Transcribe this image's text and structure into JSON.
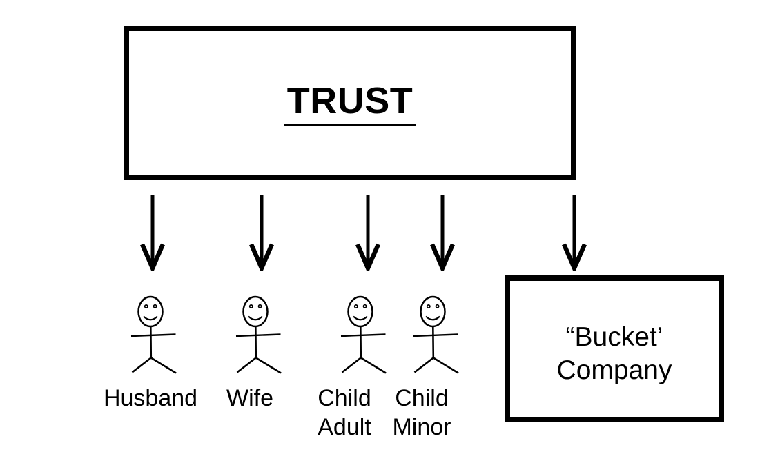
{
  "trust_box": {
    "label": "TRUST"
  },
  "bucket_company_box": {
    "line1": "“Bucket’",
    "line2": "Company"
  },
  "figures": [
    {
      "id": "husband",
      "line1": "Husband",
      "line2": ""
    },
    {
      "id": "wife",
      "line1": "Wife",
      "line2": ""
    },
    {
      "id": "child-adult",
      "line1": "Child",
      "line2": "Adult"
    },
    {
      "id": "child-minor",
      "line1": "Child",
      "line2": "Minor"
    }
  ],
  "edges": [
    {
      "from": "TRUST",
      "to": "Husband"
    },
    {
      "from": "TRUST",
      "to": "Wife"
    },
    {
      "from": "TRUST",
      "to": "Child Adult"
    },
    {
      "from": "TRUST",
      "to": "Child Minor"
    },
    {
      "from": "TRUST",
      "to": "Bucket Company"
    }
  ],
  "colors": {
    "ink": "#000000",
    "background": "#ffffff"
  }
}
